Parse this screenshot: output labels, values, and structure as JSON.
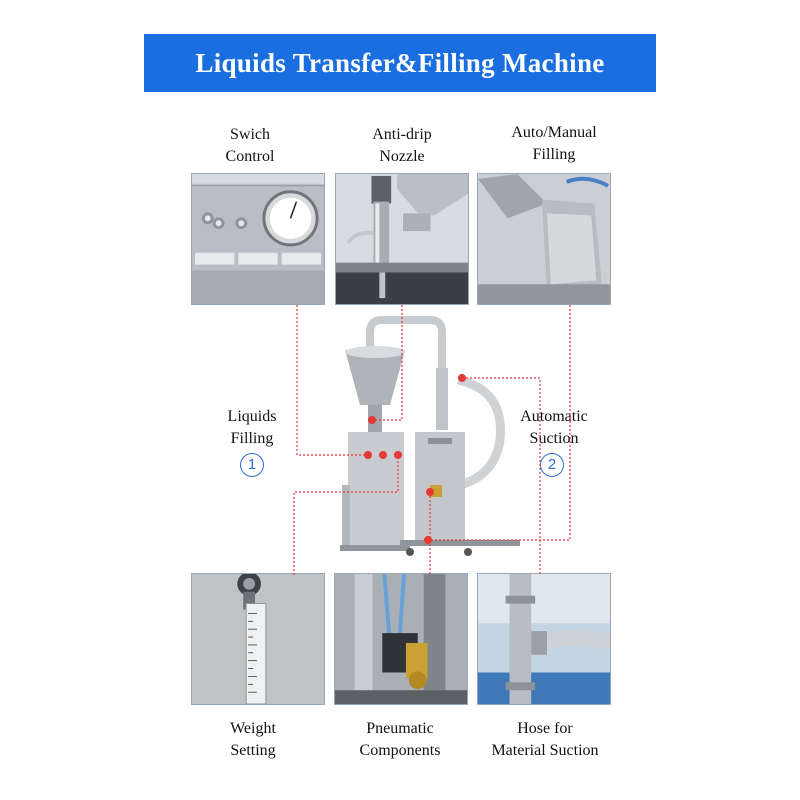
{
  "banner": {
    "title": "Liquids Transfer&Filling Machine"
  },
  "labels": {
    "switch_control": [
      "Swich",
      "Control"
    ],
    "anti_drip": [
      "Anti-drip",
      "Nozzle"
    ],
    "auto_manual": [
      "Auto/Manual",
      "Filling"
    ],
    "liquids_filling": [
      "Liquids",
      "Filling"
    ],
    "automatic_suction": [
      "Automatic",
      "Suction"
    ],
    "weight_setting": [
      "Weight",
      "Setting"
    ],
    "pneumatic": [
      "Pneumatic",
      "Components"
    ],
    "hose": [
      "Hose for",
      "Material Suction"
    ]
  },
  "badges": {
    "one": "1",
    "two": "2"
  },
  "colors": {
    "banner_bg": "#1b6ee0",
    "badge": "#2f6fd6",
    "callout": "#e53935",
    "photo_border": "#9aa7b6"
  },
  "icons": [
    "numbered-circle-icon",
    "callout-dot-icon"
  ]
}
